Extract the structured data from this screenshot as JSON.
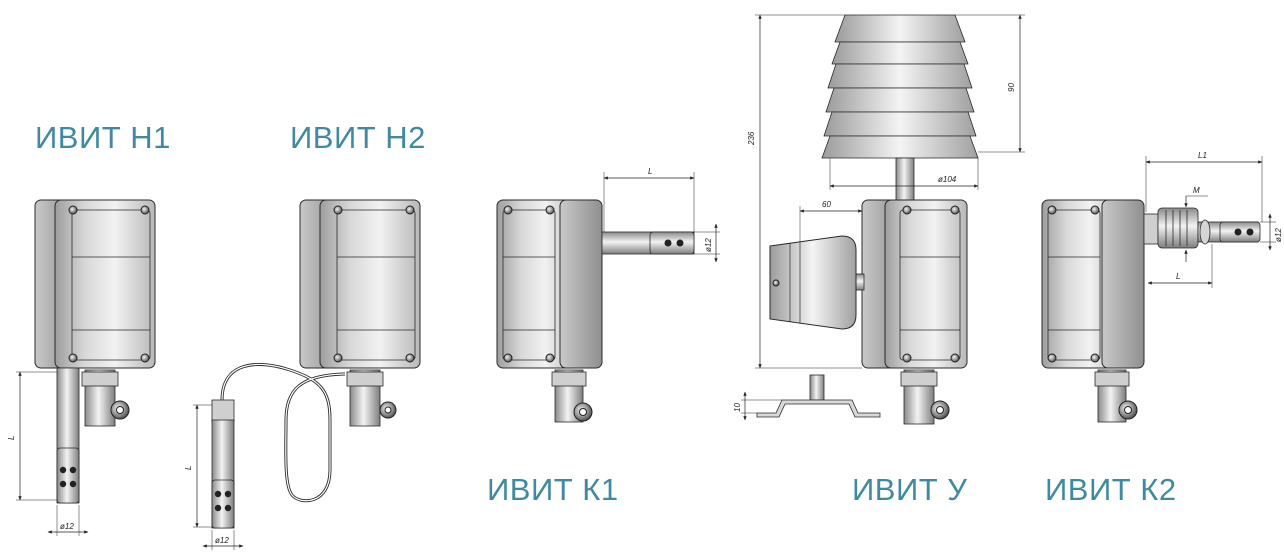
{
  "models": [
    {
      "title": "ИВИТ Н1"
    },
    {
      "title": "ИВИТ Н2"
    },
    {
      "title": "ИВИТ К1"
    },
    {
      "title": "ИВИТ У"
    },
    {
      "title": "ИВИТ К2"
    }
  ],
  "dimensions": {
    "h1_length": "L",
    "h1_diameter": "ø12",
    "h2_length": "L",
    "h2_diameter": "ø12",
    "k1_length": "L",
    "k1_diameter": "ø12",
    "u_height": "236",
    "u_shield_height": "90",
    "u_shield_diameter": "ø104",
    "u_offset": "60",
    "u_bracket": "10",
    "k2_length": "L1",
    "k2_thread": "M",
    "k2_insertion": "L",
    "k2_diameter": "ø12"
  },
  "colors": {
    "title": "#3f8aa0",
    "line": "#2a2a2a",
    "body_light": "#eeeeee",
    "body_dark": "#a9a9a9"
  }
}
